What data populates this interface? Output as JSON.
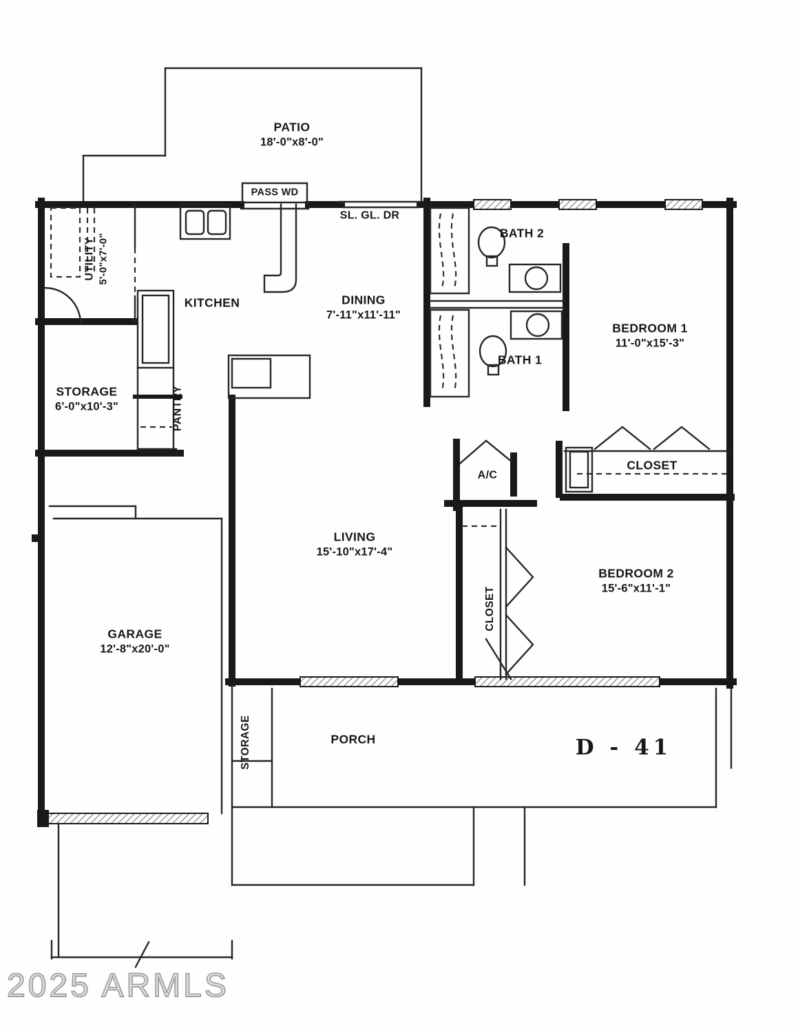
{
  "plan": {
    "designation": "D - 41",
    "watermark": "2025 ARMLS",
    "annotations": {
      "pass_thru": "PASS WD",
      "sliding_door": "SL. GL. DR"
    },
    "rooms": {
      "patio": {
        "name": "PATIO",
        "dims": "18'-0\"x8'-0\""
      },
      "utility": {
        "name": "UTILITY",
        "dims": "5'-0\"x7'-0\""
      },
      "kitchen": {
        "name": "KITCHEN"
      },
      "dining": {
        "name": "DINING",
        "dims": "7'-11\"x11'-11\""
      },
      "bath2": {
        "name": "BATH 2"
      },
      "bath1": {
        "name": "BATH 1"
      },
      "bedroom1": {
        "name": "BEDROOM 1",
        "dims": "11'-0\"x15'-3\""
      },
      "storage": {
        "name": "STORAGE",
        "dims": "6'-0\"x10'-3\""
      },
      "pantry": {
        "name": "PANTRY"
      },
      "ac": {
        "name": "A/C"
      },
      "closet_bedroom1": {
        "name": "CLOSET"
      },
      "closet_hall": {
        "name": "CLOSET"
      },
      "living": {
        "name": "LIVING",
        "dims": "15'-10\"x17'-4\""
      },
      "bedroom2": {
        "name": "BEDROOM 2",
        "dims": "15'-6\"x11'-1\""
      },
      "garage": {
        "name": "GARAGE",
        "dims": "12'-8\"x20'-0\""
      },
      "porch_storage": {
        "name": "STORAGE"
      },
      "porch": {
        "name": "PORCH"
      }
    }
  }
}
